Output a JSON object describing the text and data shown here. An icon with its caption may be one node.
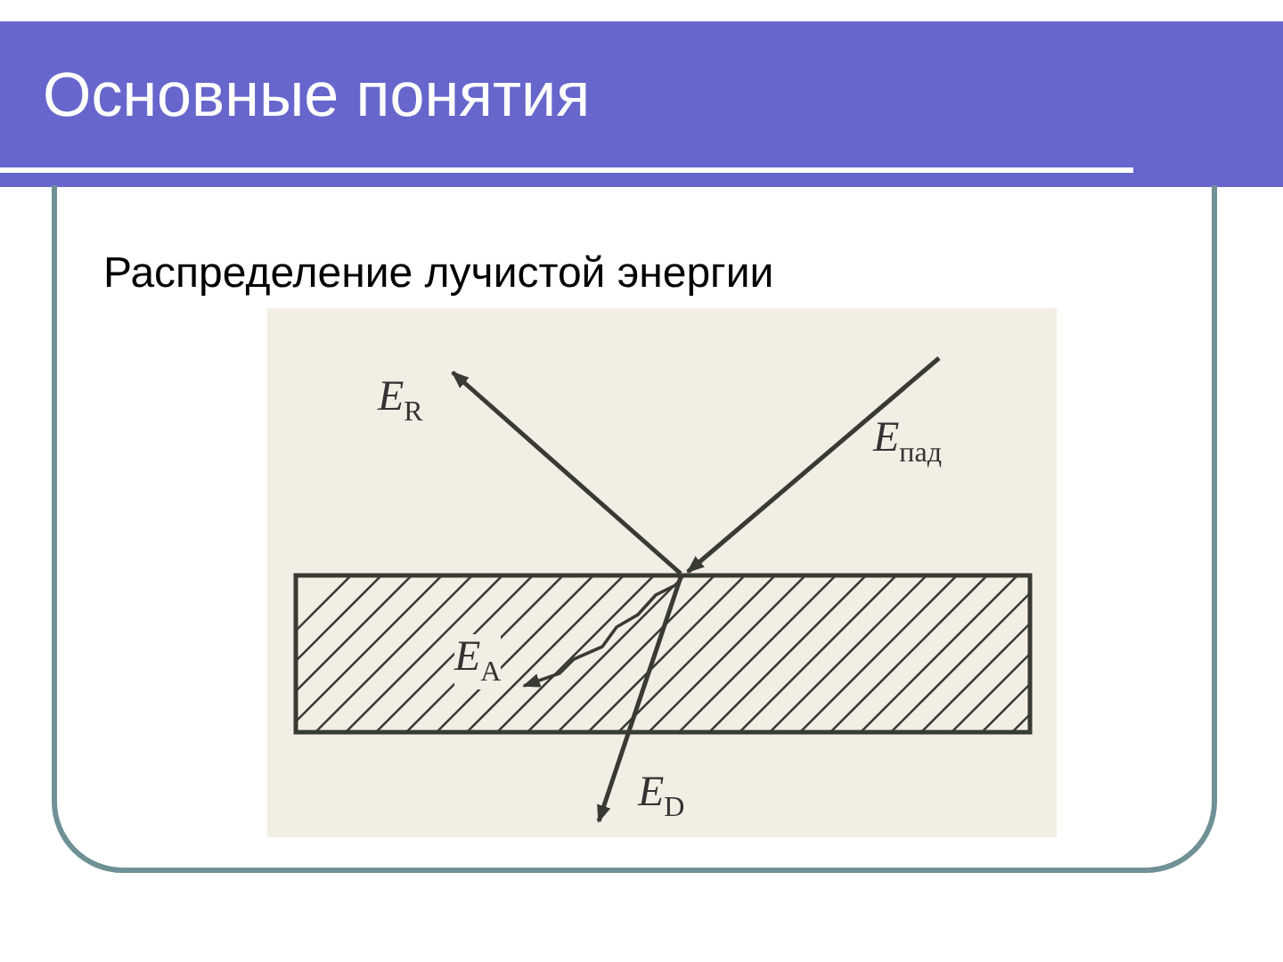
{
  "diagram": {
    "title": "Основные понятия",
    "labels": [
      "Распределение лучистой энергии",
      "E$_{R}$",
      "E$_{пад}$",
      "E$_{A}$",
      "E$_{D}$"
    ]
  }
}
